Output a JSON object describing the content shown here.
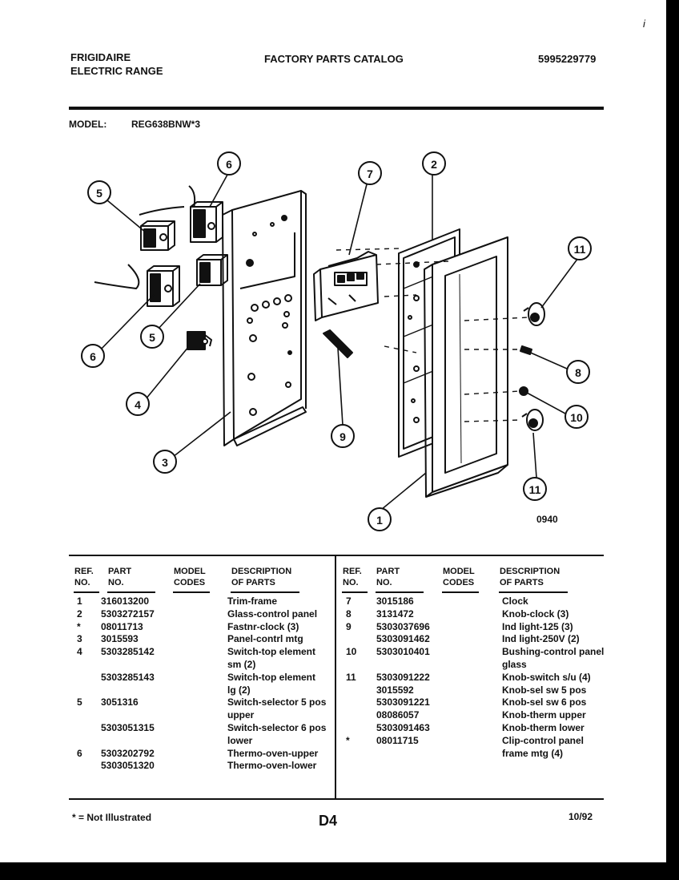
{
  "header": {
    "brand": "FRIGIDAIRE",
    "product": "ELECTRIC RANGE",
    "catalog_title": "FACTORY PARTS CATALOG",
    "catalog_number": "5995229779",
    "corner_mark": "i"
  },
  "model": {
    "label": "MODEL:",
    "value": "REG638BNW*3"
  },
  "diagram": {
    "figure_code": "0940",
    "callouts": [
      "5",
      "6",
      "6",
      "5",
      "4",
      "3",
      "7",
      "9",
      "2",
      "1",
      "11",
      "8",
      "10",
      "11"
    ]
  },
  "table": {
    "headers": {
      "ref": [
        "REF.",
        "NO."
      ],
      "part": [
        "PART",
        "NO."
      ],
      "model": [
        "MODEL",
        "CODES"
      ],
      "desc": [
        "DESCRIPTION",
        "OF PARTS"
      ]
    },
    "left": {
      "ref": [
        "1",
        "2",
        "*",
        "3",
        "4",
        "",
        "",
        "",
        "5",
        "",
        "",
        "",
        "6",
        ""
      ],
      "part": [
        "316013200",
        "5303272157",
        "08011713",
        "3015593",
        "5303285142",
        "",
        "5303285143",
        "",
        "3051316",
        "",
        "5303051315",
        "",
        "5303202792",
        "5303051320"
      ],
      "desc": [
        "Trim-frame",
        "Glass-control panel",
        "Fastnr-clock (3)",
        "Panel-contrl mtg",
        "Switch-top element",
        "sm (2)",
        "Switch-top element",
        "lg (2)",
        "Switch-selector 5 pos",
        "upper",
        "Switch-selector 6 pos",
        "lower",
        "Thermo-oven-upper",
        "Thermo-oven-lower"
      ]
    },
    "right": {
      "ref": [
        "7",
        "8",
        "9",
        "",
        "10",
        "",
        "11",
        "",
        "",
        "",
        "",
        "*",
        ""
      ],
      "part": [
        "3015186",
        "3131472",
        "5303037696",
        "5303091462",
        "5303010401",
        "",
        "5303091222",
        "3015592",
        "5303091221",
        "08086057",
        "5303091463",
        "08011715",
        ""
      ],
      "desc": [
        "Clock",
        "Knob-clock (3)",
        "Ind light-125 (3)",
        "Ind light-250V (2)",
        "Bushing-control panel",
        "glass",
        "Knob-switch s/u (4)",
        "Knob-sel sw 5 pos",
        "Knob-sel sw 6 pos",
        "Knob-therm upper",
        "Knob-therm lower",
        "Clip-control panel",
        "frame mtg (4)"
      ]
    }
  },
  "footer": {
    "note": "* = Not Illustrated",
    "page": "D4",
    "date": "10/92"
  }
}
